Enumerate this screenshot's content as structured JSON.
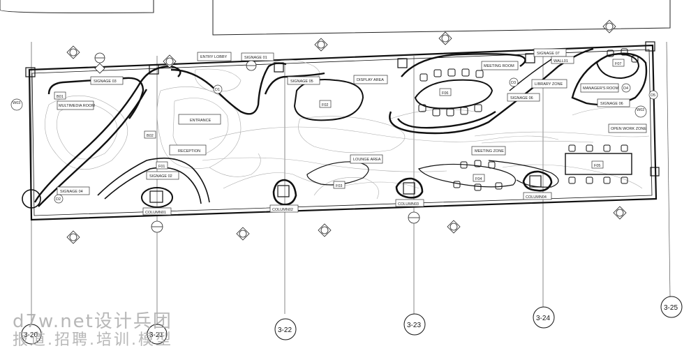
{
  "rooms": {
    "entry_lobby": "ENTRY LOBBY",
    "display_area": "DISPLAY AREA",
    "meeting_room": "MEETING ROOM",
    "library_zone": "LIBRARY ZONE",
    "managers_room": "MANAGER'S ROOM",
    "open_work_zone": "OPEN WORK ZONE",
    "multimedia_room": "MULTIMEDIA ROOM",
    "entrance": "ENTRANCE",
    "reception": "RECEPTION",
    "lounge_area": "LOUNGE AREA",
    "meeting_zone": "MEETING ZONE"
  },
  "signage": {
    "s01": "SIGNAGE 01",
    "s02": "SIGNAGE 02",
    "s03": "SIGNAGE 03",
    "s04": "SIGNAGE 04",
    "s05": "SIGNAGE 05",
    "s06": "SIGNAGE 06",
    "s07": "SIGNAGE 07"
  },
  "tags": {
    "b01": "B01",
    "b02": "B02",
    "f01": "F01",
    "f02": "F02",
    "f03": "F03",
    "f04": "F04",
    "f05": "F05",
    "f06": "F06",
    "f07": "F07",
    "d1": "D1",
    "d2": "D2",
    "d3": "D3",
    "d4": "D4",
    "d5": "D5",
    "w02": "W02",
    "w03": "W03",
    "wall01": "WALL01"
  },
  "columns": {
    "c01": "COLUMN01",
    "c02": "COLUMN02",
    "c03": "COLUMN03",
    "c04": "COLUMN04"
  },
  "grid": {
    "g20": "3-20",
    "g21": "3-21",
    "g22": "3-22",
    "g23": "3-23",
    "g24": "3-24",
    "g25": "3-25"
  },
  "watermark": {
    "line1": "d7w.net设计兵团",
    "line2": "报道.招聘.培训.模型"
  }
}
